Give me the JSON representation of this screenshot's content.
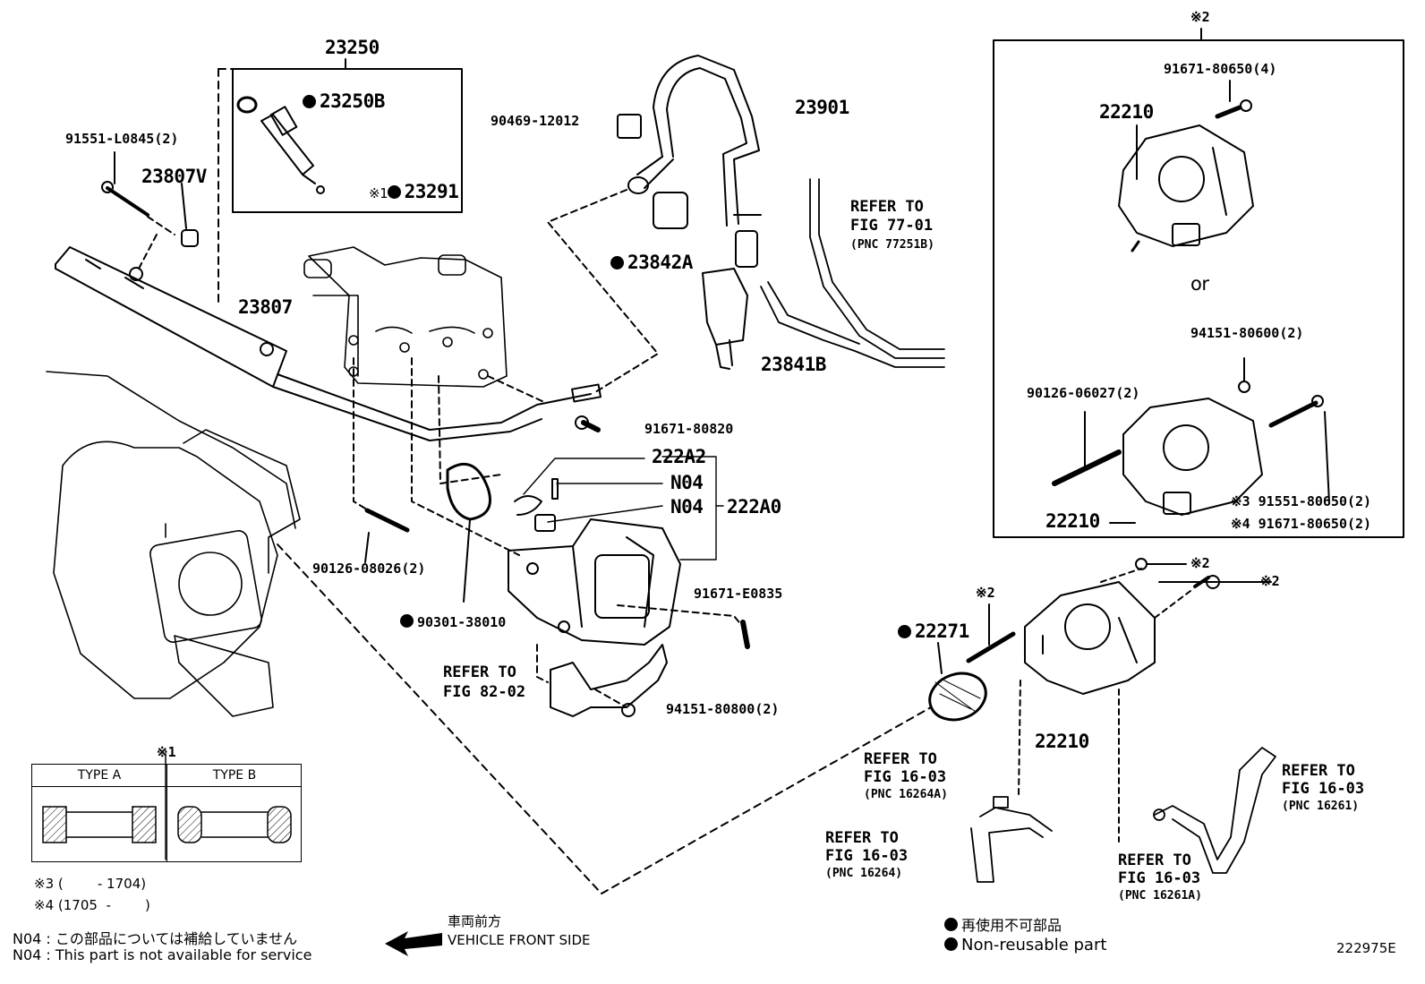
{
  "parts": {
    "p23250": "23250",
    "p23250B": "23250B",
    "p23291": "23291",
    "p91551_L0845": "91551-L0845(2)",
    "p23807V": "23807V",
    "p23807": "23807",
    "p90469": "90469-12012",
    "p23901": "23901",
    "p23842A": "23842A",
    "p23841B": "23841B",
    "p91671_80820": "91671-80820",
    "p222A2": "222A2",
    "pN04a": "N04",
    "pN04b": "N04",
    "p222A0": "222A0",
    "p90126_08026": "90126-08026(2)",
    "p90301": "90301-38010",
    "p91671_E0835": "91671-E0835",
    "p94151_80800": "94151-80800(2)",
    "p22271": "22271",
    "p22210_main": "22210",
    "p91671_80650_4": "91671-80650(4)",
    "p22210_boxA": "22210",
    "p94151_80600": "94151-80600(2)",
    "p90126_06027": "90126-06027(2)",
    "p22210_boxB": "22210",
    "p91551_80650": "91551-80650(2)",
    "p91671_80650_2": "91671-80650(2)"
  },
  "marks": {
    "star1": "※1",
    "star2": "※2",
    "star3": "※3",
    "star4": "※4",
    "or": "or"
  },
  "refs": {
    "r77": {
      "line1": "REFER TO",
      "line2": "FIG 77-01",
      "pnc": "(PNC 77251B)"
    },
    "r82": {
      "line1": "REFER TO",
      "line2": "FIG 82-02"
    },
    "r16_264A": {
      "line1": "REFER TO",
      "line2": "FIG 16-03",
      "pnc": "(PNC 16264A)"
    },
    "r16_264": {
      "line1": "REFER TO",
      "line2": "FIG 16-03",
      "pnc": "(PNC 16264)"
    },
    "r16_261": {
      "line1": "REFER TO",
      "line2": "FIG 16-03",
      "pnc": "(PNC 16261)"
    },
    "r16_261A": {
      "line1": "REFER TO",
      "line2": "FIG 16-03",
      "pnc": "(PNC 16261A)"
    }
  },
  "legend": {
    "type_a": "TYPE A",
    "type_b": "TYPE B",
    "note3": "※3 (        - 1704)",
    "note4": "※4 (1705  -        )"
  },
  "notes": {
    "n04_jp": "N04 : この部品については補給していません",
    "n04_en": "N04 : This part is not available for service",
    "front_jp": "車両前方",
    "front_en": "VEHICLE FRONT SIDE",
    "nonreuse_jp": "再使用不可部品",
    "nonreuse_en": "Non-reusable part",
    "code": "222975E"
  }
}
